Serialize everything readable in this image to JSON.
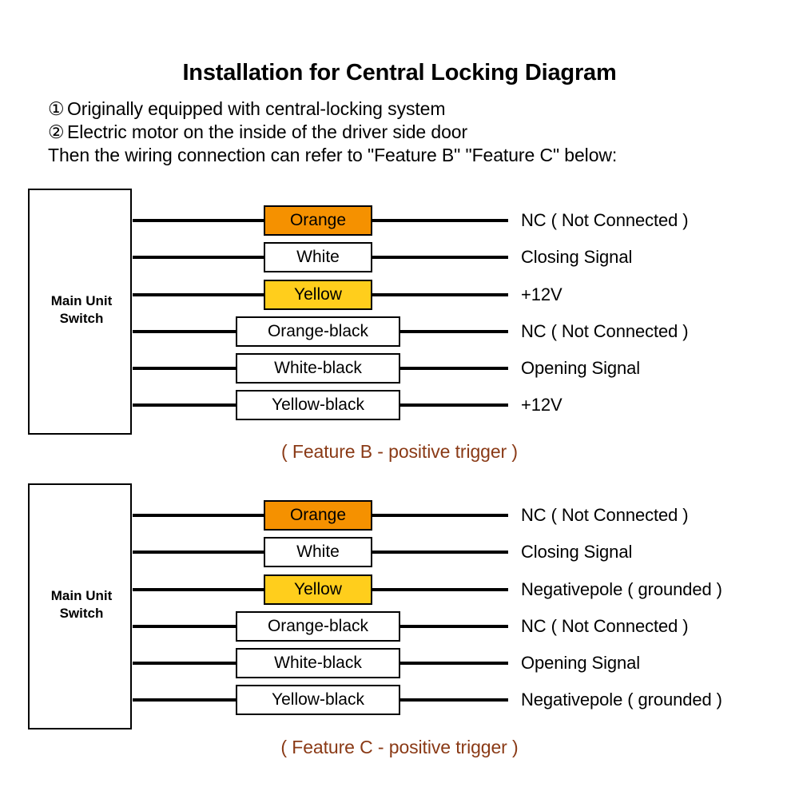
{
  "header": {
    "title": "Installation for Central Locking Diagram",
    "intro_lines": [
      {
        "marker": "①",
        "text": "Originally equipped with central-locking system"
      },
      {
        "marker": "②",
        "text": "Electric motor on the inside of the driver side door"
      },
      {
        "marker": "",
        "text": "Then the wiring connection can refer to \"Feature B\" \"Feature C\" below:"
      }
    ]
  },
  "colors": {
    "orange": "#F59100",
    "yellow": "#FFCE1C",
    "white": "#FFFFFF",
    "wire": "#000000",
    "caption": "#8A3A16"
  },
  "diagrams": [
    {
      "id": "feature-b",
      "unit_label_line1": "Main Unit",
      "unit_label_line2": "Switch",
      "caption": "( Feature B - positive trigger )",
      "rows": [
        {
          "wire": "Orange",
          "swatch": "orange",
          "wide": false,
          "signal": "NC ( Not Connected )"
        },
        {
          "wire": "White",
          "swatch": "white",
          "wide": false,
          "signal": "Closing Signal"
        },
        {
          "wire": "Yellow",
          "swatch": "yellow",
          "wide": false,
          "signal": "+12V"
        },
        {
          "wire": "Orange-black",
          "swatch": "white",
          "wide": true,
          "signal": "NC ( Not Connected )"
        },
        {
          "wire": "White-black",
          "swatch": "white",
          "wide": true,
          "signal": "Opening Signal"
        },
        {
          "wire": "Yellow-black",
          "swatch": "white",
          "wide": true,
          "signal": "+12V"
        }
      ]
    },
    {
      "id": "feature-c",
      "unit_label_line1": "Main Unit",
      "unit_label_line2": "Switch",
      "caption": "( Feature C - positive trigger )",
      "rows": [
        {
          "wire": "Orange",
          "swatch": "orange",
          "wide": false,
          "signal": "NC ( Not Connected )"
        },
        {
          "wire": "White",
          "swatch": "white",
          "wide": false,
          "signal": "Closing Signal"
        },
        {
          "wire": "Yellow",
          "swatch": "yellow",
          "wide": false,
          "signal": "Negativepole ( grounded )"
        },
        {
          "wire": "Orange-black",
          "swatch": "white",
          "wide": true,
          "signal": "NC ( Not Connected )"
        },
        {
          "wire": "White-black",
          "swatch": "white",
          "wide": true,
          "signal": "Opening Signal"
        },
        {
          "wire": "Yellow-black",
          "swatch": "white",
          "wide": true,
          "signal": "Negativepole ( grounded )"
        }
      ]
    }
  ],
  "layout": {
    "diagram_tops": [
      236,
      605
    ],
    "row_offsets": [
      40,
      86,
      133,
      179,
      225,
      271
    ],
    "caption_tops": [
      552,
      922
    ]
  }
}
